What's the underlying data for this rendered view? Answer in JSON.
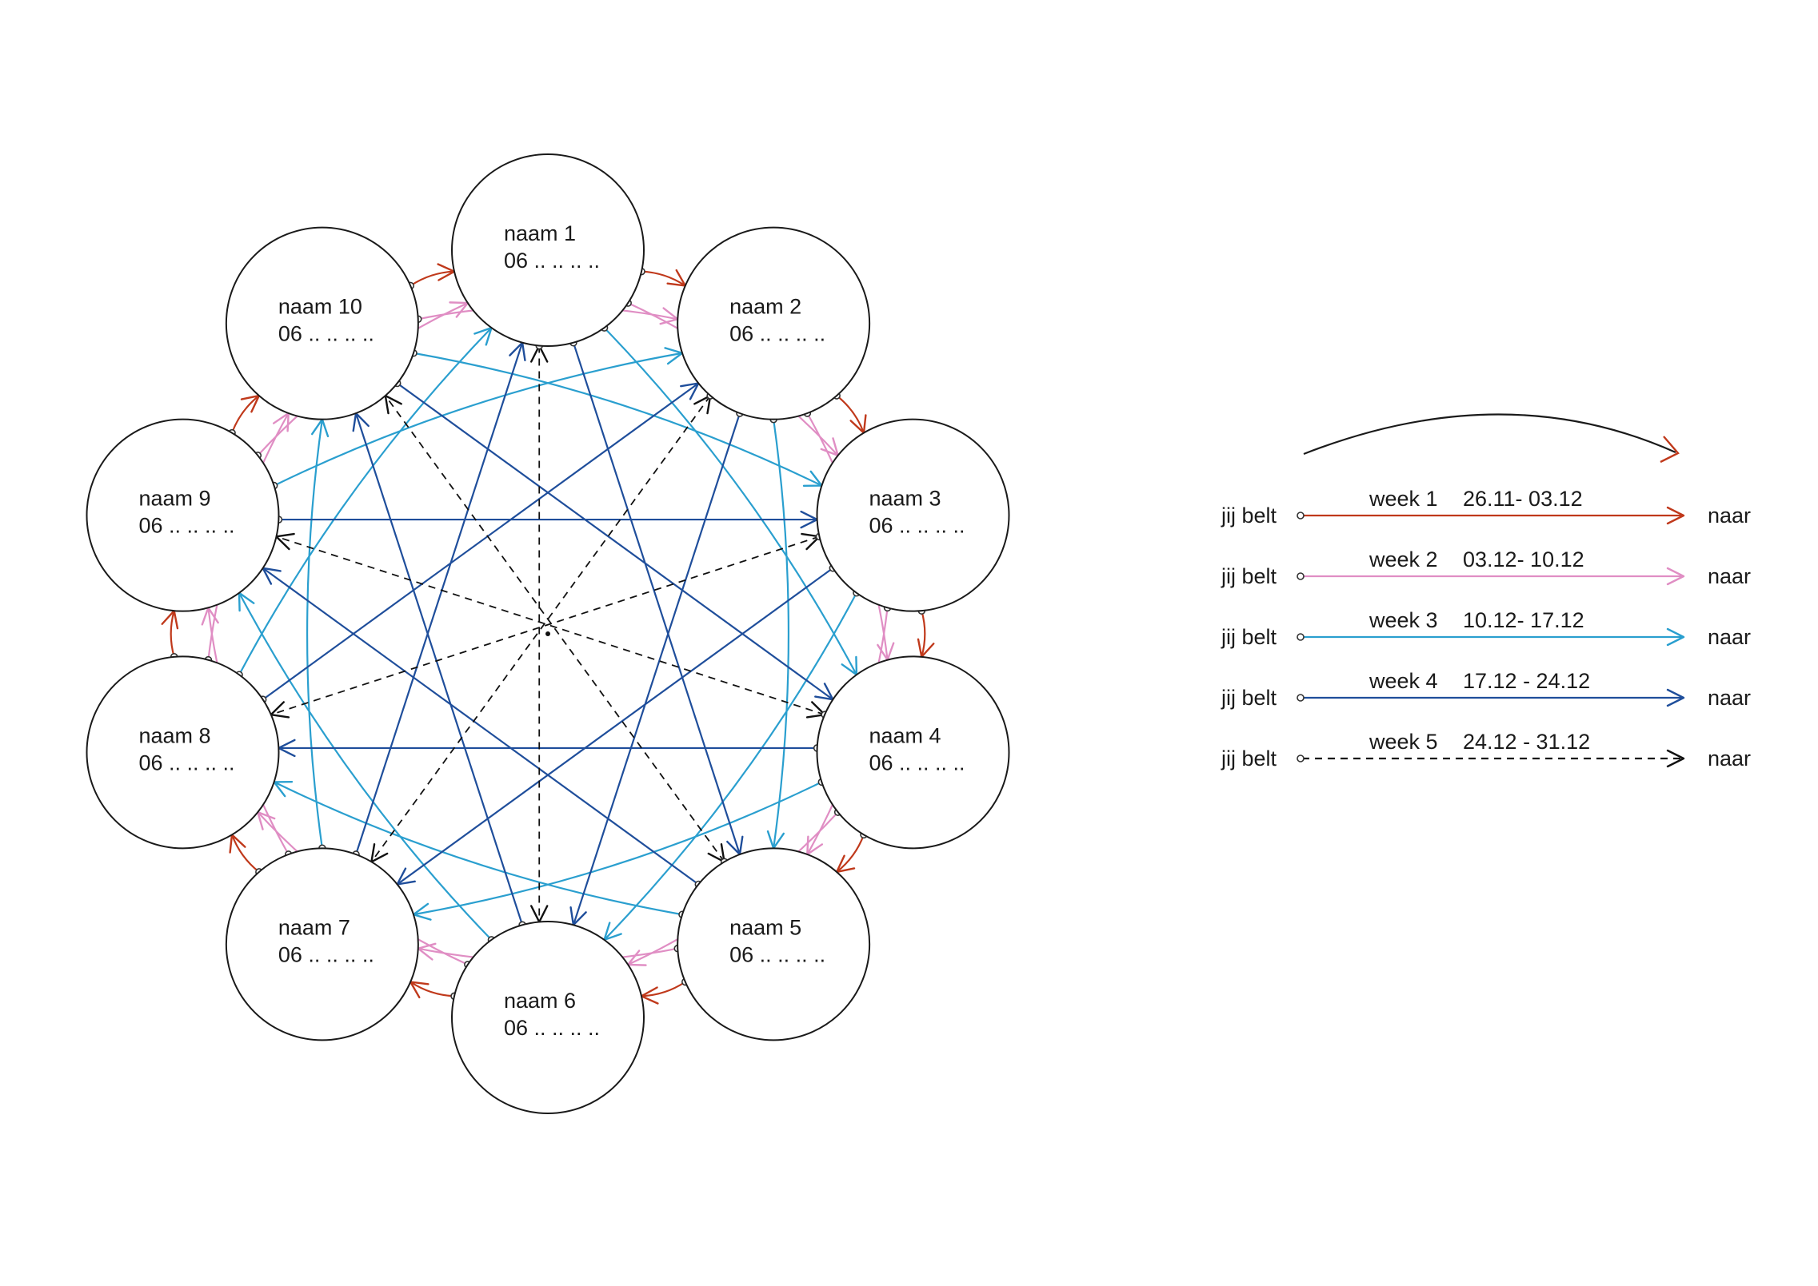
{
  "diagram": {
    "nodes": [
      {
        "name": "naam 1",
        "phone": "06 .. .. .. .."
      },
      {
        "name": "naam 2",
        "phone": "06 .. .. .. .."
      },
      {
        "name": "naam 3",
        "phone": "06 .. .. .. .."
      },
      {
        "name": "naam 4",
        "phone": "06 .. .. .. .."
      },
      {
        "name": "naam 5",
        "phone": "06 .. .. .. .."
      },
      {
        "name": "naam 6",
        "phone": "06 .. .. .. .."
      },
      {
        "name": "naam 7",
        "phone": "06 .. .. .. .."
      },
      {
        "name": "naam 8",
        "phone": "06 .. .. .. .."
      },
      {
        "name": "naam 9",
        "phone": "06 .. .. .. .."
      },
      {
        "name": "naam 10",
        "phone": "06 .. .. .. .."
      }
    ],
    "weeks": [
      {
        "label": "week 1",
        "dates": "26.11- 03.12",
        "caller": "jij belt",
        "callee": "naar",
        "color": "#c0391b",
        "style": "solid",
        "step": 1
      },
      {
        "label": "week 2",
        "dates": "03.12- 10.12",
        "caller": "jij belt",
        "callee": "naar",
        "color": "#e08ec4",
        "style": "solid",
        "step": 2
      },
      {
        "label": "week 3",
        "dates": "10.12- 17.12",
        "caller": "jij belt",
        "callee": "naar",
        "color": "#2a9fcf",
        "style": "solid",
        "step": 3
      },
      {
        "label": "week 4",
        "dates": "17.12 - 24.12",
        "caller": "jij belt",
        "callee": "naar",
        "color": "#1f4e9b",
        "style": "solid",
        "step": 4
      },
      {
        "label": "week 5",
        "dates": "24.12 - 31.12",
        "caller": "jij belt",
        "callee": "naar",
        "color": "#111111",
        "style": "dashed",
        "step": 5
      }
    ]
  }
}
